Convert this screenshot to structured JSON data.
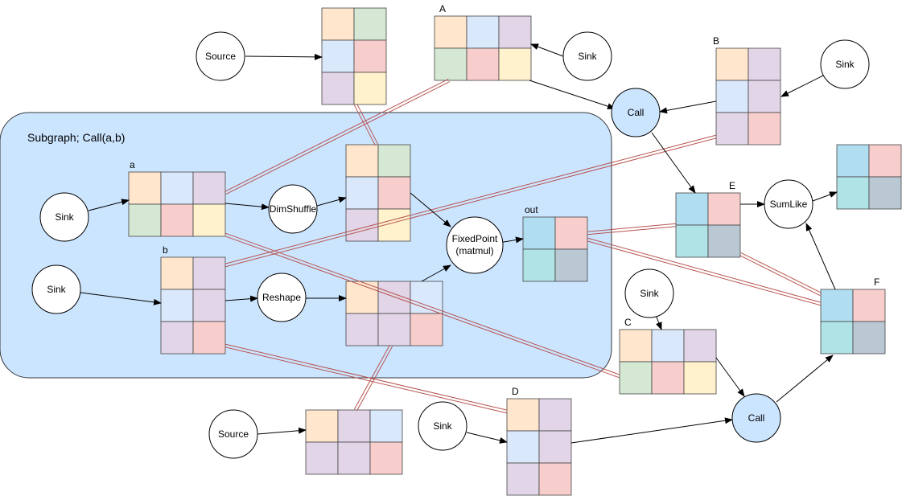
{
  "colors": {
    "subgraph_fill": "#cce5ff",
    "subgraph_stroke": "#36393d",
    "node_stroke": "#000000",
    "call_fill": "#cce5ff",
    "link_stroke": "#b85450",
    "peach": "#ffe6cc",
    "green": "#d5e8d4",
    "purple": "#e1d5e7",
    "pink": "#f8cecc",
    "light_blue": "#dae8fc",
    "yellow": "#fff2cc",
    "sky": "#b1ddf0",
    "teal": "#b0e3e6",
    "slate": "#bac8d3"
  },
  "subgraph": {
    "title": "Subgraph; Call(a,b)"
  },
  "nodes": {
    "source_top": "Source",
    "source_bottom": "Source",
    "sink_a": "Sink",
    "sink_b": "Sink",
    "sink_top_A": "Sink",
    "sink_top_B": "Sink",
    "sink_C": "Sink",
    "sink_D": "Sink",
    "dimshuffle": "DimShuffle",
    "reshape": "Reshape",
    "fixedpoint_line1": "FixedPoint",
    "fixedpoint_line2": "(matmul)",
    "call_top": "Call",
    "call_bottom": "Call",
    "sumlike": "SumLike"
  },
  "grid_labels": {
    "A": "A",
    "B": "B",
    "C": "C",
    "D": "D",
    "E": "E",
    "F": "F",
    "a": "a",
    "b": "b",
    "out": "out"
  },
  "grids": [
    {
      "name": "grid-source-top",
      "cells": [
        "peach",
        "green",
        "light_blue",
        "pink",
        "purple",
        "yellow"
      ]
    },
    {
      "name": "grid-A",
      "cells": [
        "peach",
        "light_blue",
        "purple",
        "green",
        "pink",
        "yellow"
      ]
    },
    {
      "name": "grid-B",
      "cells": [
        "peach",
        "purple",
        "light_blue",
        "purple",
        "purple",
        "pink"
      ]
    },
    {
      "name": "grid-a",
      "cells": [
        "peach",
        "light_blue",
        "purple",
        "green",
        "pink",
        "yellow"
      ]
    },
    {
      "name": "grid-dimshuffle-out",
      "cells": [
        "peach",
        "green",
        "light_blue",
        "pink",
        "purple",
        "yellow"
      ]
    },
    {
      "name": "grid-b",
      "cells": [
        "peach",
        "purple",
        "light_blue",
        "purple",
        "purple",
        "pink"
      ]
    },
    {
      "name": "grid-reshape-out",
      "cells": [
        "peach",
        "purple",
        "light_blue",
        "purple",
        "purple",
        "pink"
      ]
    },
    {
      "name": "grid-out",
      "cells": [
        "sky",
        "pink",
        "teal",
        "slate"
      ]
    },
    {
      "name": "grid-E",
      "cells": [
        "sky",
        "pink",
        "teal",
        "slate"
      ]
    },
    {
      "name": "grid-result",
      "cells": [
        "sky",
        "pink",
        "teal",
        "slate"
      ]
    },
    {
      "name": "grid-C",
      "cells": [
        "peach",
        "light_blue",
        "purple",
        "green",
        "pink",
        "yellow"
      ]
    },
    {
      "name": "grid-F",
      "cells": [
        "sky",
        "pink",
        "teal",
        "slate"
      ]
    },
    {
      "name": "grid-source-bottom",
      "cells": [
        "peach",
        "purple",
        "light_blue",
        "purple",
        "purple",
        "pink"
      ]
    },
    {
      "name": "grid-D",
      "cells": [
        "peach",
        "purple",
        "light_blue",
        "purple",
        "purple",
        "pink"
      ]
    }
  ]
}
